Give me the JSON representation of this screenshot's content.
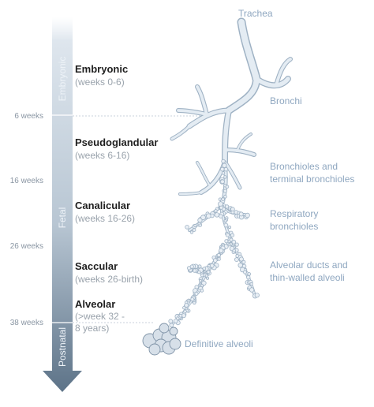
{
  "weeks": [
    "6 weeks",
    "16 weeks",
    "26 weeks",
    "38 weeks"
  ],
  "phases": [
    "Embryonic",
    "Fetal",
    "Postnatal"
  ],
  "stages": [
    {
      "title": "Embryonic",
      "range": "(weeks 0-6)"
    },
    {
      "title": "Pseudoglandular",
      "range": "(weeks 6-16)"
    },
    {
      "title": "Canalicular",
      "range": "(weeks 16-26)"
    },
    {
      "title": "Saccular",
      "range": "(weeks 26-birth)"
    },
    {
      "title": "Alveolar",
      "range_line1": "(>week 32 -",
      "range_line2": "8 years)"
    }
  ],
  "airway_labels": {
    "trachea": "Trachea",
    "bronchi": "Bronchi",
    "bronchioles_1": "Bronchioles and",
    "bronchioles_2": "terminal bronchioles",
    "respiratory_1": "Respiratory",
    "respiratory_2": "bronchioles",
    "ducts_1": "Alveolar ducts and",
    "ducts_2": "thin-walled alveoli",
    "definitive": "Definitive alveoli"
  },
  "colors": {
    "arrow_top": "#d6e0ea",
    "arrow_bottom": "#5d7388",
    "airway_fill": "#e4ecf3",
    "airway_stroke": "#9fb2c4",
    "label": "#8fa7c0"
  }
}
